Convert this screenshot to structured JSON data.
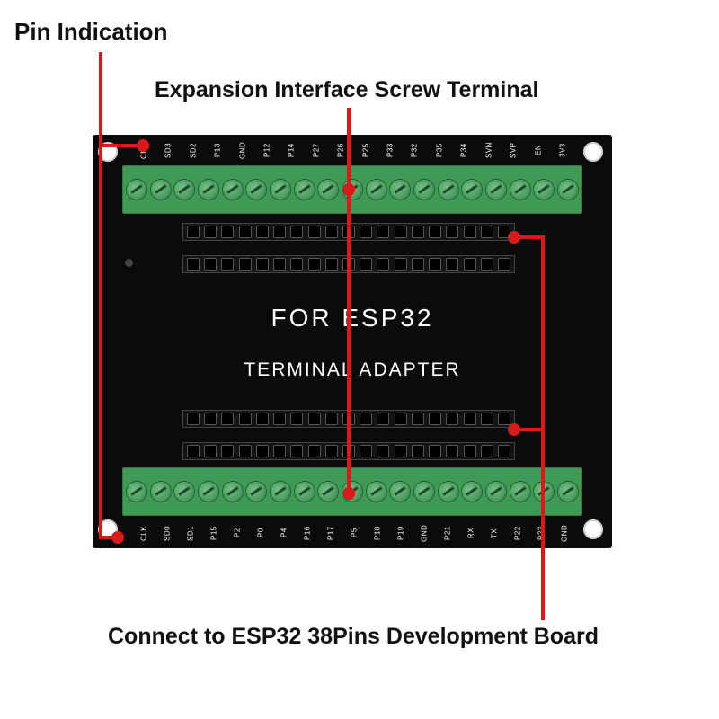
{
  "callouts": {
    "pin_indication": "Pin Indication",
    "expansion_terminal": "Expansion Interface Screw Terminal",
    "connect_board": "Connect to ESP32 38Pins Development Board"
  },
  "board": {
    "title": "FOR ESP32",
    "subtitle": "TERMINAL ADAPTER",
    "top_pins": [
      "CMD",
      "SD3",
      "SD2",
      "P13",
      "GND",
      "P12",
      "P14",
      "P27",
      "P26",
      "P25",
      "P33",
      "P32",
      "P35",
      "P34",
      "SVN",
      "SVP",
      "EN",
      "3V3"
    ],
    "bottom_pins": [
      "CLK",
      "SD0",
      "SD1",
      "P15",
      "P2",
      "P0",
      "P4",
      "P16",
      "P17",
      "P5",
      "P18",
      "P19",
      "GND",
      "P21",
      "RX",
      "TX",
      "P22",
      "P23",
      "GND"
    ],
    "screw_count": 19,
    "header_pin_count": 19,
    "colors": {
      "board": "#0b0b0b",
      "terminal": "#3e9a55",
      "callout_line": "#d91a1a"
    }
  }
}
